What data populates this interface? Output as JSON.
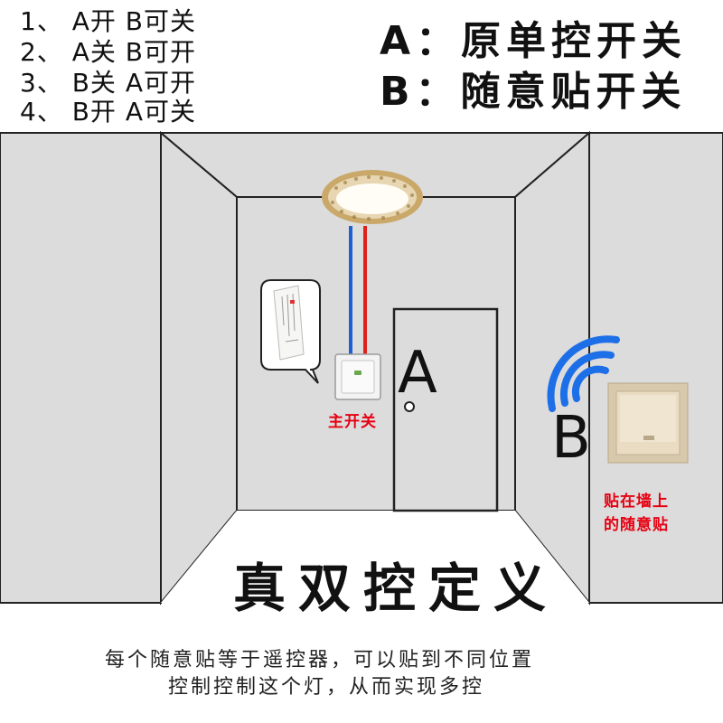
{
  "rules": [
    "1、 A开   B可关",
    "2、 A关   B可开",
    "3、 B关   A可开",
    "4、 B开   A可关"
  ],
  "legend": {
    "a": "A：原单控开关",
    "b": "B：随意贴开关"
  },
  "labels": {
    "switch_a": "A",
    "switch_b": "B",
    "main_switch": "主开关",
    "sticker_line1": "贴在墙上",
    "sticker_line2": "的随意贴"
  },
  "title": "真双控定义",
  "caption": {
    "line1": "每个随意贴等于遥控器，可以贴到不同位置",
    "line2": "控制控制这个灯，从而实现多控"
  },
  "colors": {
    "wall": "#dcdcdc",
    "floor": "#ffffff",
    "outline": "#222222",
    "wire_blue": "#1f5fd6",
    "wire_red": "#e0201a",
    "wifi": "#1d6fe8",
    "label_red": "#e60012",
    "lamp_gold": "#c9a86a",
    "switch_gold": "#d8c9ad"
  }
}
